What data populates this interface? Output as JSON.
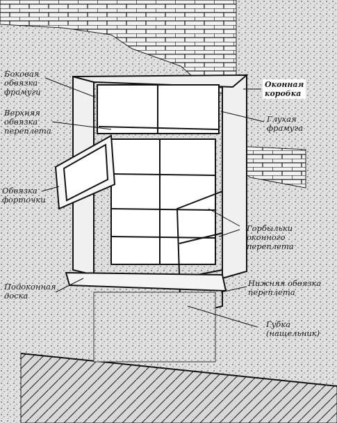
{
  "labels": {
    "side_frame_transom": "Боковая\nобвязка\nфрамуги",
    "top_sash_frame": "Верхняя\nобвязка\nпереплета",
    "vent_frame": "Обвязка\nфорточки",
    "window_box": "Оконная\nкоробка",
    "fixed_transom": "Глухая\nфрамуга",
    "sash_muntins": "Горбыльки\nоконного\nпереплета",
    "sill_board": "Подоконная\nдоска",
    "bottom_sash_frame": "Нижняя обвязка\nпереплета",
    "drip_cap": "Губка\n(нащельник)"
  },
  "colors": {
    "ink": "#1a1a1a",
    "wall": "#e4e4e4",
    "paper": "#ffffff"
  }
}
